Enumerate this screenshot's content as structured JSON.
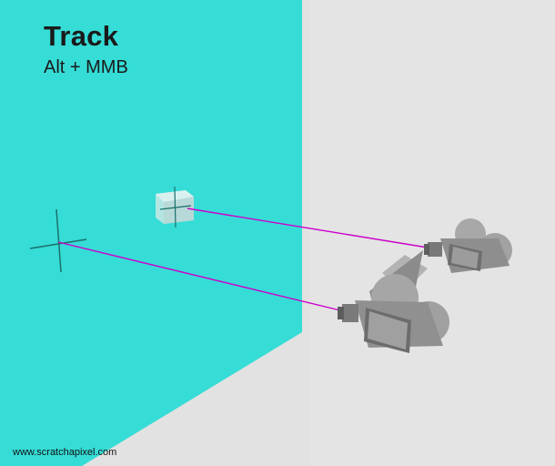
{
  "title": "Track",
  "subtitle": "Alt + MMB",
  "footer": "www.scratchapixel.com",
  "colors": {
    "wall": "#36dcd6",
    "floor": "#e3e3e3",
    "floor_shadow": "#d6d6d6",
    "ray": "#cc00cc",
    "axis": "#1c6f6a",
    "camera_body": "#8f8f8f",
    "camera_dark": "#6a6a6a",
    "camera_light": "#b9b9b9",
    "frustum": "#7a7a7a"
  },
  "icons": {
    "camera": "movie-camera-icon",
    "locator": "crosshair-locator-icon",
    "cube": "cube-icon"
  }
}
